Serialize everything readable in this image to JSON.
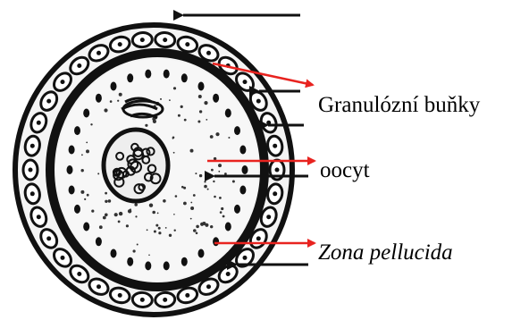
{
  "diagram": {
    "labels": {
      "granulosa": "Granulózní buňky",
      "oocyte": "oocyt",
      "zona": "Zona pellucida"
    },
    "colors": {
      "pointer_red": "#e8231f",
      "drawing_ink": "#111111"
    }
  }
}
